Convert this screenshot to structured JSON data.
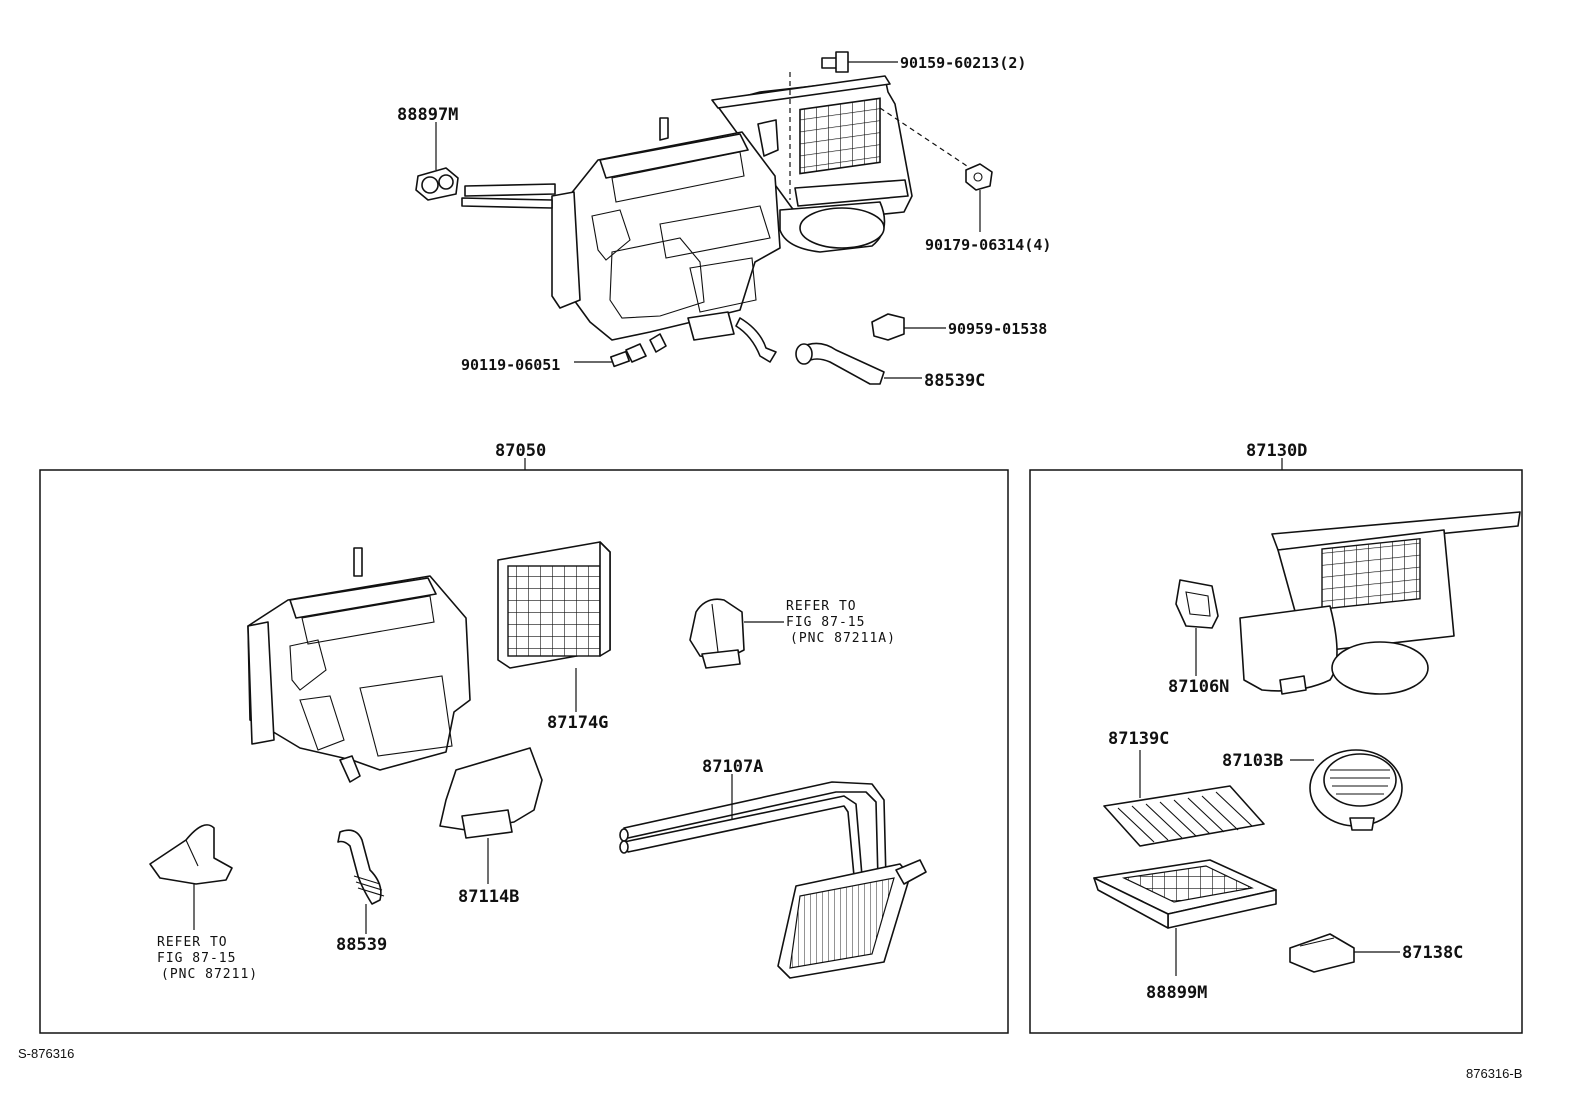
{
  "figure_id": "876316-B",
  "source_ref": "S-876316",
  "assemblies": {
    "heater_unit": {
      "label": "87050"
    },
    "blower_unit": {
      "label": "87130D"
    }
  },
  "top_labels": {
    "p1": "88897M",
    "p2": "90159-60213(2)",
    "p3": "90179-06314(4)",
    "p4": "90959-01538",
    "p5": "88539C",
    "p6": "90119-06051"
  },
  "heater_labels": {
    "filter": "87174G",
    "tube": "87107A",
    "cover": "87114B",
    "hose": "88539"
  },
  "heater_notes": {
    "ref_a": {
      "l1": "REFER TO",
      "l2": "FIG 87-15",
      "l3": "(PNC 87211A)"
    },
    "ref_b": {
      "l1": "REFER TO",
      "l2": "FIG 87-15",
      "l3": "(PNC 87211)"
    }
  },
  "blower_labels": {
    "actuator": "87106N",
    "filter": "87139C",
    "motor": "87103B",
    "resistor": "87138C",
    "case": "88899M"
  }
}
